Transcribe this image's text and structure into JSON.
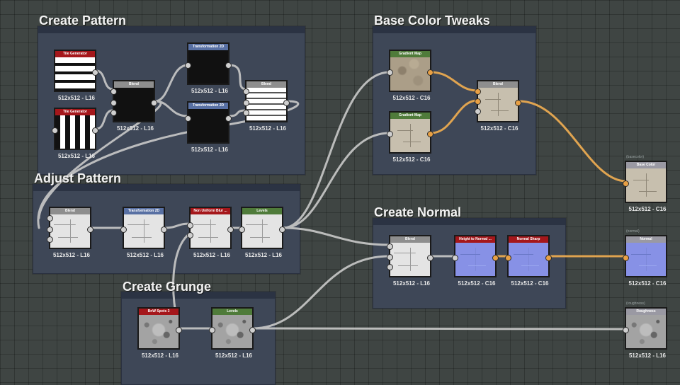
{
  "frames": {
    "create_pattern": "Create Pattern",
    "base_color_tweaks": "Base Color Tweaks",
    "adjust_pattern": "Adjust Pattern",
    "create_normal": "Create Normal",
    "create_grunge": "Create Grunge"
  },
  "nodes": [
    {
      "id": "tile-generator-1",
      "title": "Tile Generator",
      "info": "512x512 - L16",
      "header": "red",
      "preview": "tile-rows"
    },
    {
      "id": "tile-generator-2",
      "title": "Tile Generator",
      "info": "512x512 - L16",
      "header": "red",
      "preview": "tile-cols"
    },
    {
      "id": "blend-1",
      "title": "Blend",
      "info": "512x512 - L16",
      "header": "gray",
      "preview": "checker"
    },
    {
      "id": "transformation-1",
      "title": "Transformation 2D",
      "info": "512x512 - L16",
      "header": "blue",
      "preview": "checker"
    },
    {
      "id": "transformation-2",
      "title": "Transformation 2D",
      "info": "512x512 - L16",
      "header": "blue",
      "preview": "checker"
    },
    {
      "id": "blend-2",
      "title": "Blend",
      "info": "512x512 - L16",
      "header": "gray",
      "preview": "stripes"
    },
    {
      "id": "blend-3",
      "title": "Blend",
      "info": "512x512 - L16",
      "header": "gray",
      "preview": "blend"
    },
    {
      "id": "transformation-3",
      "title": "Transformation 2D",
      "info": "512x512 - L16",
      "header": "blue",
      "preview": "blend"
    },
    {
      "id": "non-uniform-blur",
      "title": "Non Uniform Blur ...",
      "info": "512x512 - L16",
      "header": "red",
      "preview": "blend"
    },
    {
      "id": "levels-1",
      "title": "Levels",
      "info": "512x512 - L16",
      "header": "green",
      "preview": "blend"
    },
    {
      "id": "gradient-map-1",
      "title": "Gradient Map",
      "info": "512x512 - C16",
      "header": "green",
      "preview": "stone"
    },
    {
      "id": "gradient-map-2",
      "title": "Gradient Map",
      "info": "512x512 - C16",
      "header": "green",
      "preview": "tan"
    },
    {
      "id": "blend-4",
      "title": "Blend",
      "info": "512x512 - C16",
      "header": "gray",
      "preview": "tan"
    },
    {
      "id": "base-color-output",
      "title": "Base Color",
      "tag": "(basecolor)",
      "info": "512x512 - C16",
      "header": "output",
      "preview": "tan"
    },
    {
      "id": "blend-5",
      "title": "Blend",
      "info": "512x512 - L16",
      "header": "gray",
      "preview": "blend"
    },
    {
      "id": "height-to-normal",
      "title": "Height to Normal ...",
      "info": "512x512 - C16",
      "header": "red",
      "preview": "normal"
    },
    {
      "id": "normal-sharp",
      "title": "Normal Sharp",
      "info": "512x512 - C16",
      "header": "red",
      "preview": "normal"
    },
    {
      "id": "normal-output",
      "title": "Normal",
      "tag": "(normal)",
      "info": "512x512 - C16",
      "header": "output",
      "preview": "normal"
    },
    {
      "id": "grunge-spots",
      "title": "BnW Spots 3",
      "info": "512x512 - L16",
      "header": "red",
      "preview": "grunge"
    },
    {
      "id": "levels-2",
      "title": "Levels",
      "info": "512x512 - L16",
      "header": "green",
      "preview": "grunge"
    },
    {
      "id": "roughness-output",
      "title": "Roughness",
      "tag": "(roughness)",
      "info": "512x512 - L16",
      "header": "output",
      "preview": "grunge"
    }
  ],
  "colors": {
    "wire": "#c9c9c9",
    "wire_color": "#e0a450",
    "canvas": "#3f4543",
    "frame": "#3e4757"
  }
}
